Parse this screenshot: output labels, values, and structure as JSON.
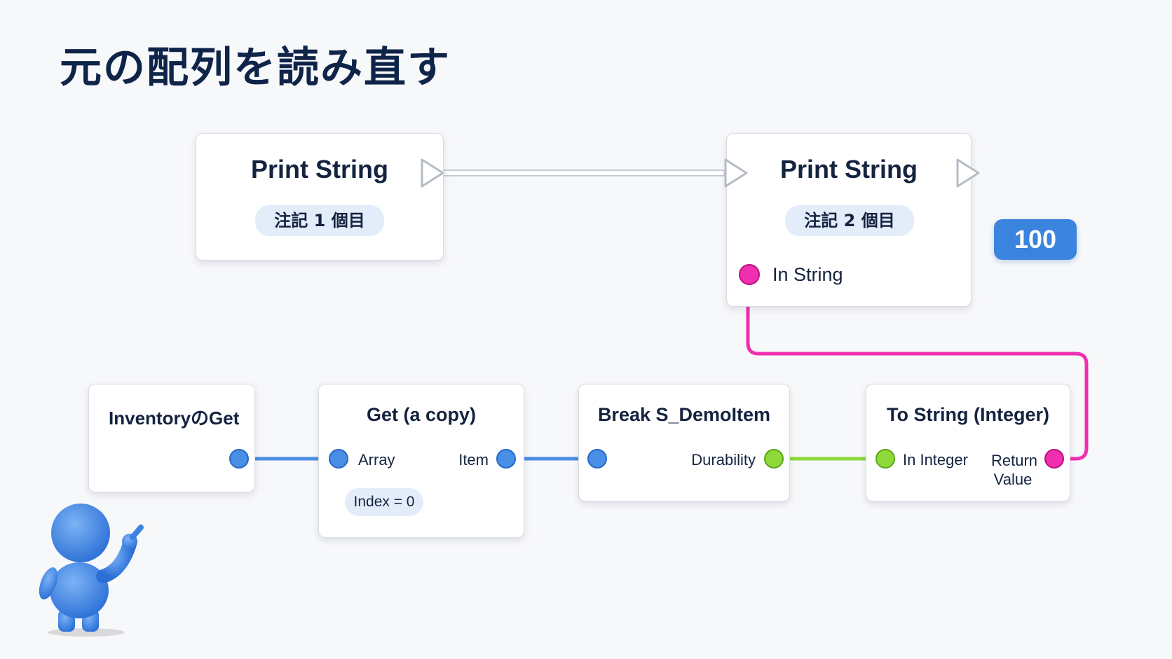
{
  "title": "元の配列を読み直す",
  "nodes": {
    "print_string_1": {
      "title": "Print String",
      "note": "注記 1 個目"
    },
    "print_string_2": {
      "title": "Print String",
      "note": "注記 2 個目",
      "input_label": "In String"
    },
    "inventory_get": {
      "title": "InventoryのGet"
    },
    "get_copy": {
      "title": "Get (a copy)",
      "input_label": "Array",
      "output_label": "Item",
      "index_label": "Index = 0"
    },
    "break_demo_item": {
      "title": "Break S_DemoItem",
      "output_label": "Durability"
    },
    "to_string_integer": {
      "title": "To String (Integer)",
      "input_label": "In Integer",
      "output_label": "Return Value"
    }
  },
  "value_badge": "100",
  "colors": {
    "array_wire": "#4a8fe6",
    "integer_wire": "#8ed83a",
    "string_wire": "#f02fb0",
    "exec_wire": "#ffffff",
    "badge": "#3a84e0",
    "title": "#0f2449"
  },
  "icons": [
    "exec-arrow-icon",
    "mascot-figure"
  ]
}
